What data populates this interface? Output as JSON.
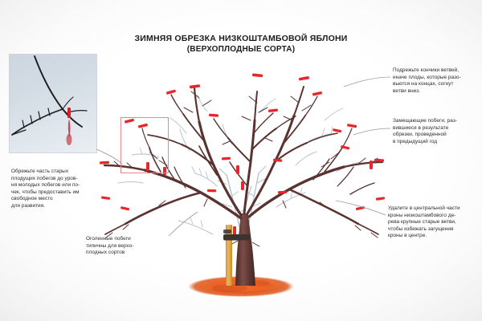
{
  "title": {
    "line1": "ЗИМНЯЯ ОБРЕЗКА НИЗКОШТАМБОВОЙ ЯБЛОНИ",
    "line2": "(ВЕРХОПЛОДНЫЕ СОРТА)"
  },
  "callouts": {
    "tips": {
      "name": "branch-tips-note",
      "lines": [
        "Подрежьте кончики ветвей,",
        "иначе плоды, которые разо-",
        "вьются на концах, согнут",
        "ветви вниз."
      ]
    },
    "replacement": {
      "name": "replacement-shoots-note",
      "lines": [
        "Замещающие побеги, раз-",
        "вившиеся в результате",
        "обрезки, проведенной",
        "в предыдущий год"
      ]
    },
    "center": {
      "name": "crown-center-note",
      "lines": [
        "Удалите в центральной части",
        "кроны низкоштамбового де-",
        "рева крупные старые ветви,",
        "чтобы избежать загущения",
        "кроны в центре."
      ]
    },
    "old_shoots": {
      "name": "old-fruiting-shoots-note",
      "lines": [
        "Обрежьте часть старых",
        "плодущих побегов до уров-",
        "ня молодых побегов или по-",
        "чек, чтобы предоставить им",
        "свободное место",
        "для развития."
      ]
    },
    "bare_shoots": {
      "name": "bare-shoots-note",
      "lines": [
        "Оголенные побеги",
        "типичны для верхо-",
        "плодных сортов"
      ]
    }
  },
  "colors": {
    "cut_mark": "#e8262d",
    "branch_dark": "#5a3330",
    "branch_mid": "#6d4440",
    "new_growth": "#b9c4cd",
    "mulch": "#e2571d",
    "stake": "#e0a847",
    "tie": "#3b3330",
    "highlight_box": "#e4888f",
    "leader_line": "#9a9a9a",
    "background": "#ffffff",
    "text": "#2a2a2a"
  },
  "elements": {
    "highlight_box_label": "pruning-detail-highlight",
    "inset_photo_label": "branch-closeup-photo",
    "tree_label": "apple-tree-illustration",
    "stake_label": "support-stake",
    "tie_label": "tree-tie",
    "mulch_label": "soil-mulch-ring",
    "cut_marks_count": 26
  }
}
